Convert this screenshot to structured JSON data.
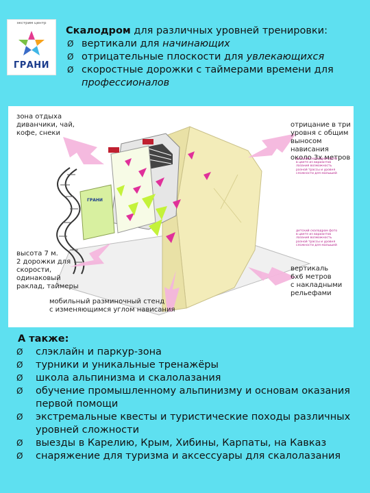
{
  "logo": {
    "caption": "экстрим центр",
    "brand": "ГРАНИ"
  },
  "intro": {
    "title": "Скалодром",
    "title_rest": " для различных уровней тренировки:",
    "bullet_marker": "Ø",
    "items": [
      {
        "plain": "вертикали для ",
        "italic": "начинающих"
      },
      {
        "plain": "отрицательные плоскости  для ",
        "italic": "увлекающихся"
      },
      {
        "plain": "скоростные дорожки с таймерами времени для ",
        "italic": "профессионалов"
      }
    ]
  },
  "diagram": {
    "labels": {
      "rest_zone": "зона отдыха\nдиванчики, чай,\nкофе, снеки",
      "overhang": "отрицание в три\nуровня с общим\nвыносом нависания\nоколо 3х метров",
      "height": "высота 7 м.\n2 дорожки для\nскорости, одинаковый\nраклад, таймеры",
      "vertical": "вертикаль\n6х6 метров\nс накладными\nрельефами",
      "mobile_stand": "мобильный разминочный стенд\nс изменяющимся углом нависания"
    },
    "structure_brand": "ГРАНИ",
    "tiny_notes": [
      "детский скалодром фото в цвете из вариантов лазания возможность разной трассы и уровня сложности для малышей",
      "детский скалодром фото в цвете из вариантов лазания возможность разной трассы и уровня сложности для малышей"
    ]
  },
  "extras": {
    "title": "А также:",
    "bullet_marker": "Ø",
    "items": [
      "слэклайн и паркур-зона",
      " турники и уникальные тренажёры",
      " школа  альпинизма и скалолазания",
      " обучение промышленному альпинизму и основам оказания первой помощи",
      " экстремальные квесты и туристические походы различных уровней сложности",
      " выезды в Карелию, Крым, Хибины, Карпаты, на Кавказ",
      " снаряжение для туризма и аксессуары для скалолазания"
    ]
  },
  "colors": {
    "background": "#5ee0f0",
    "hold_magenta": "#e0309a",
    "hold_lime": "#c4f23a",
    "wall_beige": "#f3ecb9",
    "arrow_pink": "#f4b6dd",
    "logo_blue": "#1b3c8c"
  }
}
